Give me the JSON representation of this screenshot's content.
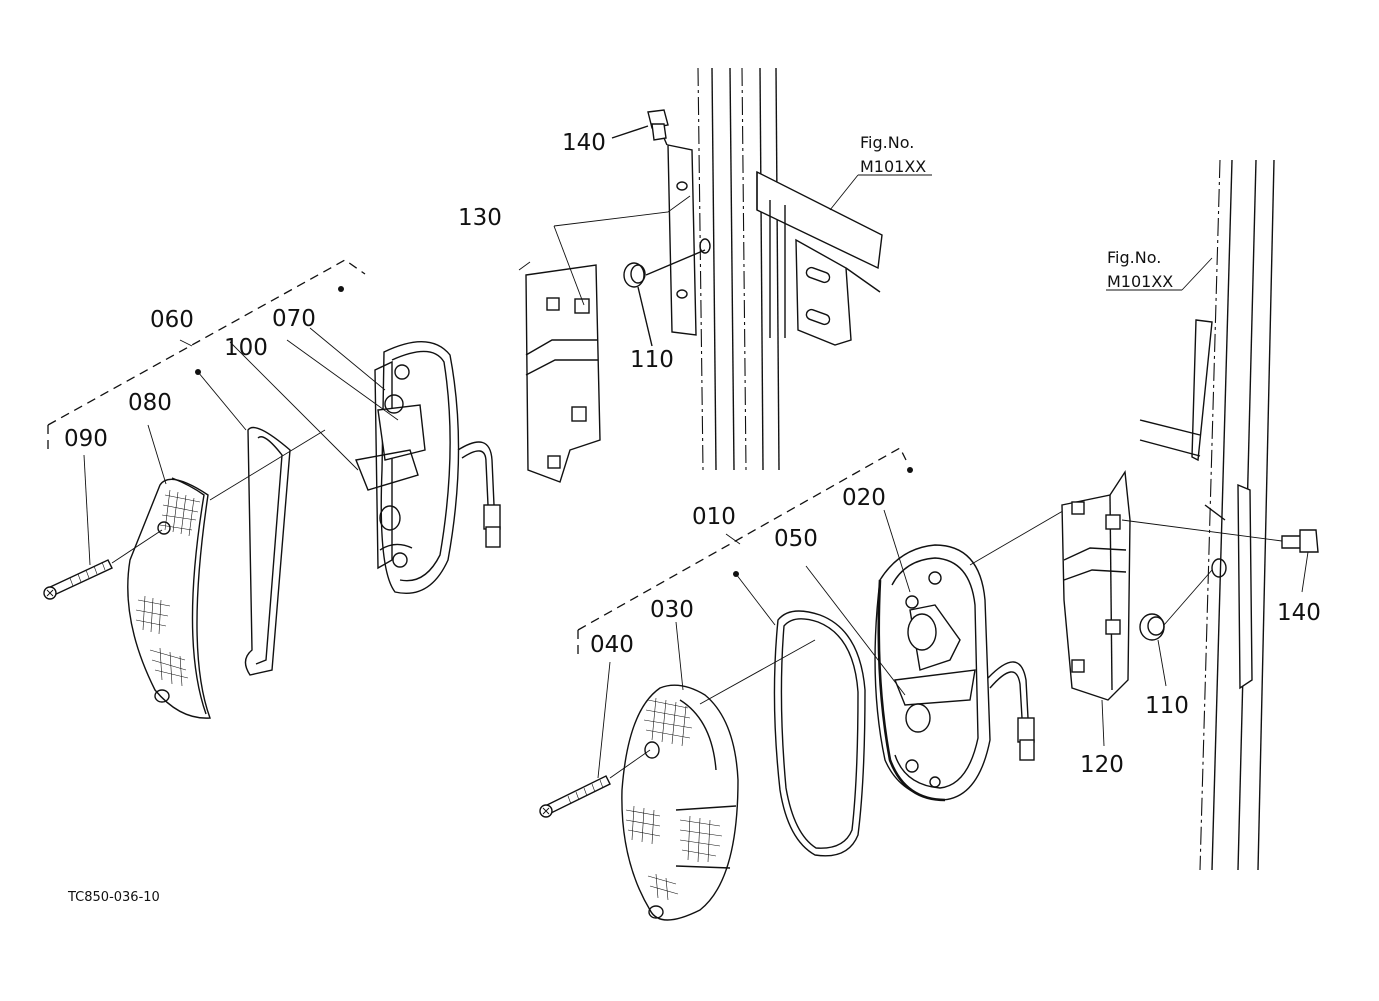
{
  "figure_code": "TC850-036-10",
  "fig_references": [
    {
      "title": "Fig.No.",
      "number": "M101XX"
    },
    {
      "title": "Fig.No.",
      "number": "M101XX"
    }
  ],
  "part_labels": {
    "p140a": "140",
    "p130": "130",
    "p110a": "110",
    "p060": "060",
    "p070": "070",
    "p100": "100",
    "p080": "080",
    "p090": "090",
    "p010": "010",
    "p020": "020",
    "p050": "050",
    "p030": "030",
    "p040": "040",
    "p140b": "140",
    "p110b": "110",
    "p120": "120"
  }
}
